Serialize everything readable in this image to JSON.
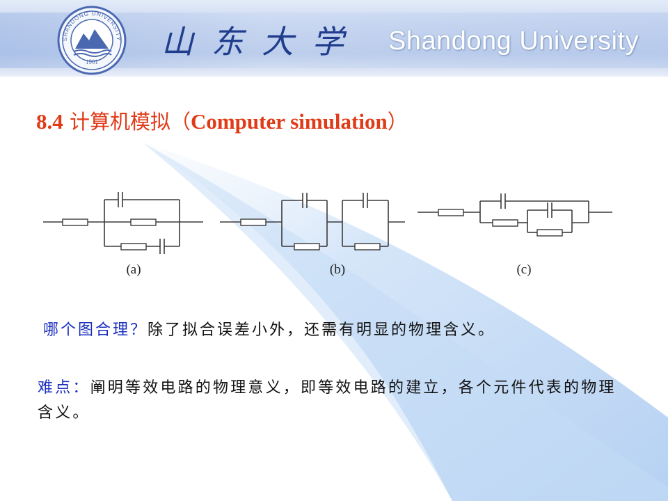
{
  "header": {
    "logo_year": "1901",
    "logo_ring_text": "SHANDONG UNIVERSITY",
    "calligraphy_name": "山东大学",
    "university_name": "Shandong University"
  },
  "title": {
    "number": "8.4",
    "chinese": " 计算机模拟（",
    "english": "Computer simulation",
    "close": "）"
  },
  "circuits": {
    "labels": [
      "(a)",
      "(b)",
      "(c)"
    ]
  },
  "question": {
    "prompt": "哪个图合理？",
    "answer": "除了拟合误差小外，还需有明显的物理含义。"
  },
  "difficulty": {
    "prompt": "难点：",
    "text": "阐明等效电路的物理意义，即等效电路的建立，各个元件代表的物理含义。"
  },
  "colors": {
    "title_red": "#e03a17",
    "prompt_blue": "#1b2fbf",
    "swoosh_blue": "#bcd5f5"
  }
}
